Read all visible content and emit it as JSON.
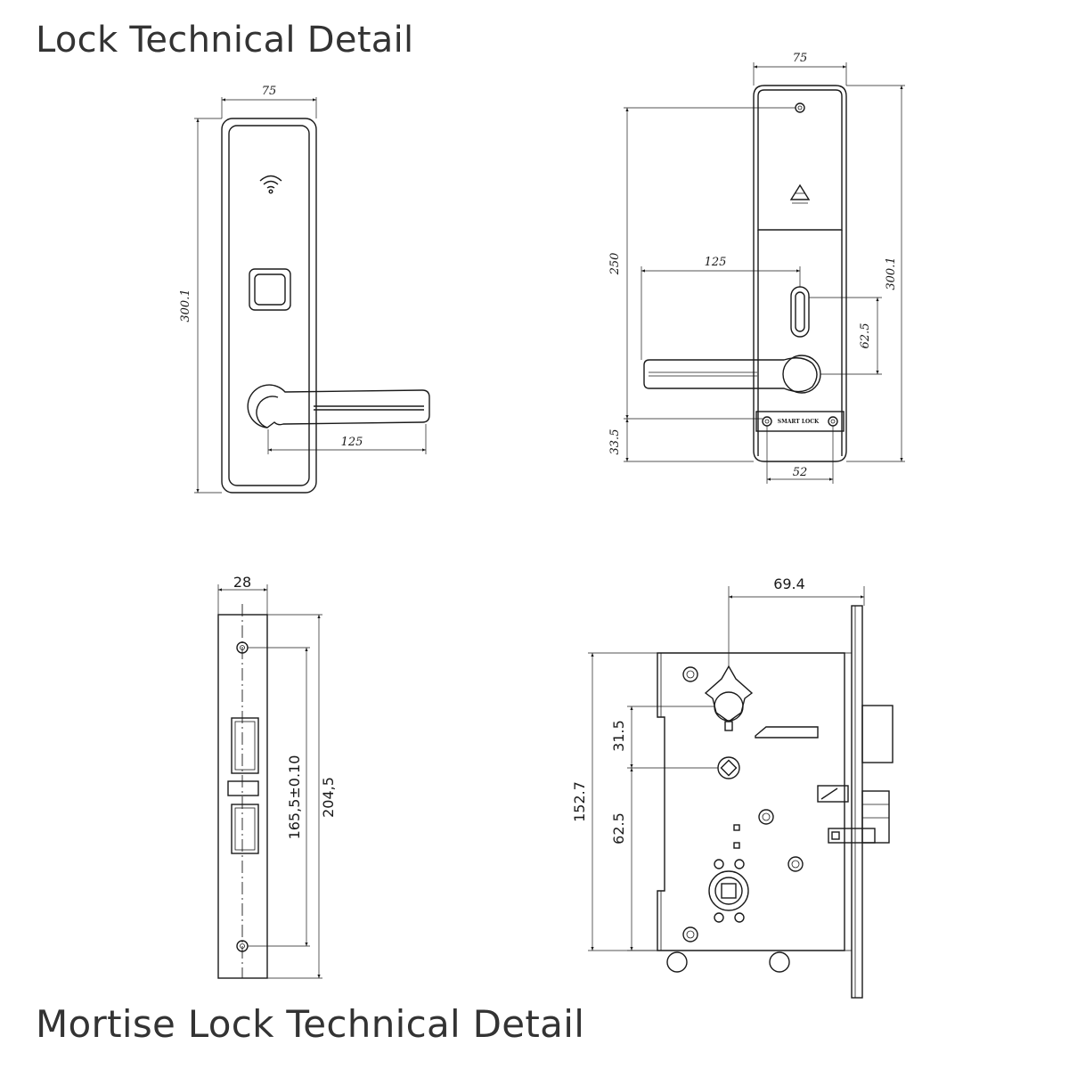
{
  "titles": {
    "lock": "Lock Technical Detail",
    "mortise": "Mortise Lock Technical Detail"
  },
  "front_view": {
    "dims": {
      "width": "75",
      "height": "300.1",
      "handle_length": "125"
    },
    "icons": [
      "wifi-icon",
      "fingerprint-sensor-icon"
    ]
  },
  "back_view": {
    "dims": {
      "width": "75",
      "height_total": "300.1",
      "height_upper": "250",
      "handle_length": "125",
      "slot_height": "62.5",
      "bottom_offset": "33.5",
      "screw_spacing": "52"
    },
    "plate_label": "SMART LOCK",
    "icons": [
      "eject-triangle-icon"
    ]
  },
  "mortise_side": {
    "dims": {
      "width": "28",
      "screw_spacing": "165,5±0.10",
      "faceplate_height": "204,5"
    }
  },
  "mortise_body": {
    "dims": {
      "backset": "69.4",
      "body_height": "152.7",
      "spindle_offset": "31.5",
      "cylinder_offset": "62.5"
    }
  }
}
